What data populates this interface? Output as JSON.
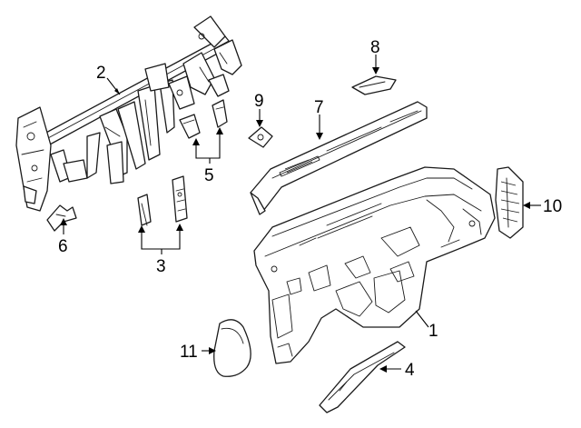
{
  "diagram": {
    "background_color": "#ffffff",
    "line_color": "#1a1a1a",
    "callouts": [
      {
        "id": "c1",
        "label": "1"
      },
      {
        "id": "c2",
        "label": "2"
      },
      {
        "id": "c3",
        "label": "3"
      },
      {
        "id": "c4",
        "label": "4"
      },
      {
        "id": "c5",
        "label": "5"
      },
      {
        "id": "c6",
        "label": "6"
      },
      {
        "id": "c7",
        "label": "7"
      },
      {
        "id": "c8",
        "label": "8"
      },
      {
        "id": "c9",
        "label": "9"
      },
      {
        "id": "c10",
        "label": "10"
      },
      {
        "id": "c11",
        "label": "11"
      }
    ]
  }
}
